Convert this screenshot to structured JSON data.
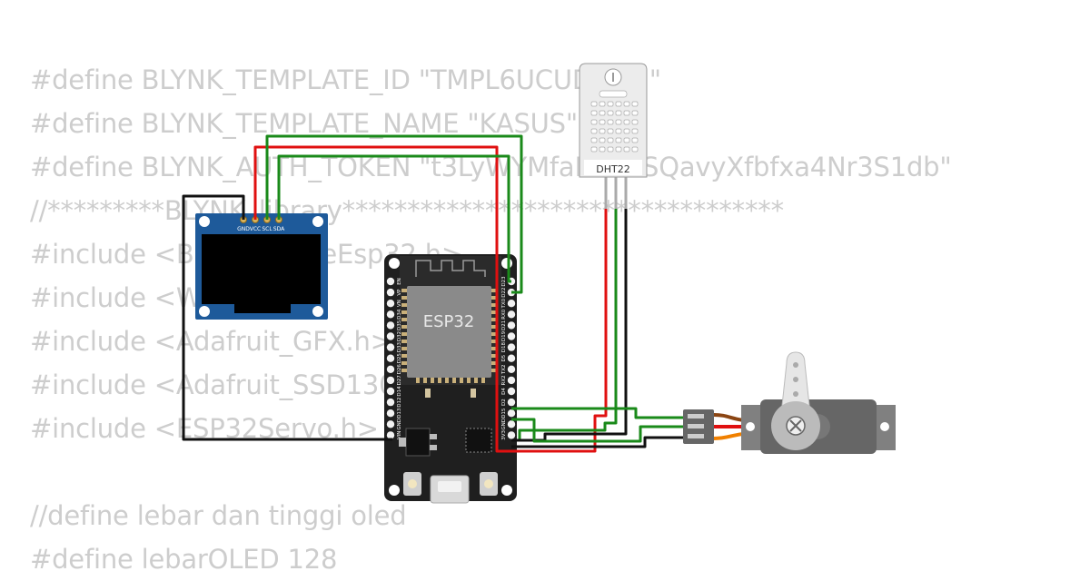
{
  "code_lines": [
    "#define BLYNK_TEMPLATE_ID \"TMPL6UCUDcUid\"",
    "#define BLYNK_TEMPLATE_NAME \"KASUS\"",
    "#define BLYNK_AUTH_TOKEN \"t3LyWYMfaDDTaSQavyXfbfxa4Nr3S1db\"",
    "//*********BLYNK_library**********************************",
    "#include <BlynkSimpleEsp32.h>",
    "#include <WiFi.h>",
    "#include <Adafruit_GFX.h>",
    "#include <Adafruit_SSD1306.h>",
    "#include <ESP32Servo.h>",
    "",
    "//define lebar dan tinggi oled",
    "#define lebarOLED 128"
  ],
  "esp32": {
    "label": "ESP32",
    "left_pins": [
      "EN",
      "VP",
      "VN",
      "D34",
      "D35",
      "D32",
      "D33",
      "D25",
      "D26",
      "D27",
      "D14",
      "D12",
      "D13",
      "GND",
      "VIN"
    ],
    "right_pins": [
      "D23",
      "D22",
      "TX0",
      "RX0",
      "D21",
      "D19",
      "D18",
      "D5",
      "TX2",
      "RX2",
      "D4",
      "D2",
      "D15",
      "GND",
      "3V3"
    ]
  },
  "oled": {
    "pins": [
      "GND",
      "VCC",
      "SCL",
      "SDA"
    ]
  },
  "dht": {
    "label": "DHT22"
  },
  "colors": {
    "wire_green": "#1a8a1a",
    "wire_red": "#e01010",
    "wire_black": "#111111",
    "pcb": "#1f1f1f",
    "oled_board": "#1e5a9a",
    "servo": "#666666",
    "code_text": "#cdcdcd"
  }
}
